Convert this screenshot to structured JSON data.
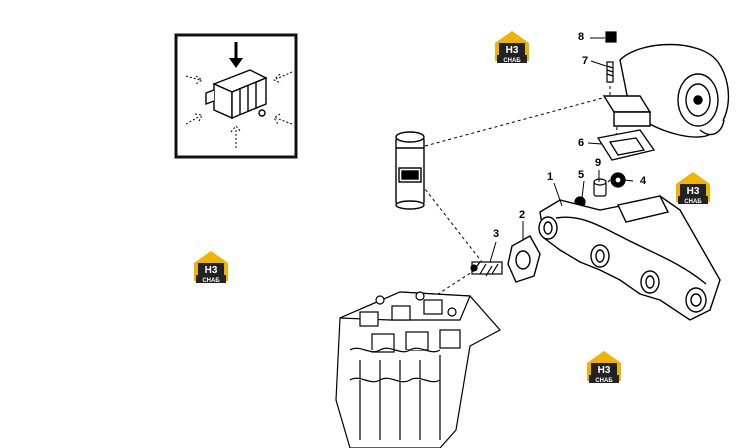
{
  "callouts": [
    {
      "id": "1",
      "label": "1"
    },
    {
      "id": "2",
      "label": "2"
    },
    {
      "id": "3",
      "label": "3"
    },
    {
      "id": "4",
      "label": "4"
    },
    {
      "id": "5",
      "label": "5"
    },
    {
      "id": "6",
      "label": "6"
    },
    {
      "id": "7",
      "label": "7"
    },
    {
      "id": "8",
      "label": "8"
    },
    {
      "id": "9",
      "label": "9"
    }
  ],
  "watermark": {
    "top": "H3",
    "bottom": "CHAБ"
  },
  "colors": {
    "line": "#000000",
    "logo_gold": "#f0b400",
    "logo_dark": "#222222",
    "frame": "#111111"
  },
  "icons": [
    "down-arrow-icon",
    "inward-arrows-icon",
    "filter-can-icon",
    "turbocharger-icon",
    "exhaust-manifold-icon",
    "cylinder-head-icon"
  ]
}
